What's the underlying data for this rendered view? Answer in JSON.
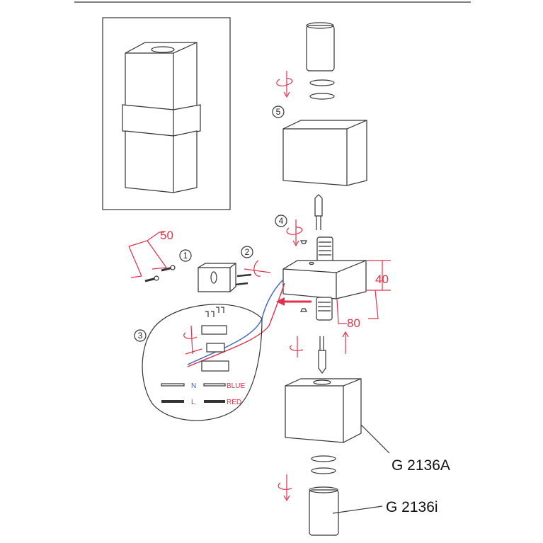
{
  "steps": [
    "1",
    "2",
    "3",
    "4",
    "5"
  ],
  "dimensions": {
    "width_mm": "50",
    "height": "40",
    "depth": "80"
  },
  "wiring": {
    "neutral": "N",
    "neutral_color": "BLUE",
    "live": "L",
    "live_color": "RED"
  },
  "part_labels": {
    "shade": "G 2136A",
    "glass": "G 2136i"
  },
  "colors": {
    "dimension": "#e0304a",
    "blue_wire": "#3a5fc8",
    "red_wire": "#e0304a"
  }
}
